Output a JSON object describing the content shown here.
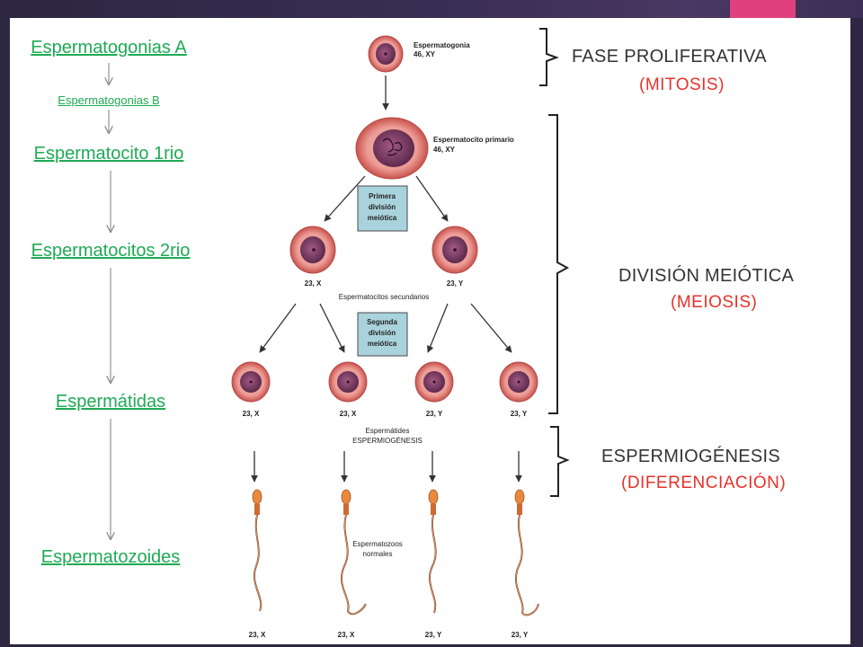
{
  "left_column": {
    "spermatogonia_a": "Espermatogonias A",
    "spermatogonia_b": "Espermatogonias B",
    "spermatocyte_1": "Espermatocito 1rio",
    "spermatocytes_2": "Espermatocitos 2rio",
    "spermatids": "Espermátidas",
    "spermatozoa": "Espermatozoides"
  },
  "phases": {
    "proliferative_title": "FASE PROLIFERATIVA",
    "proliferative_sub": "(MITOSIS)",
    "meiotic_title": "DIVISIÓN MEIÓTICA",
    "meiotic_sub": "(MEIOSIS)",
    "spermiogenesis_title": "ESPERMIOGÉNESIS",
    "spermiogenesis_sub": "(DIFERENCIACIÓN)"
  },
  "figure": {
    "spermatogonia_label": "Espermatogonia",
    "spermatogonia_karyotype": "46, XY",
    "primary_label": "Espermatocito primario",
    "primary_karyotype": "46, XY",
    "first_division": [
      "Primera",
      "división",
      "meiótica"
    ],
    "second_division": [
      "Segunda",
      "división",
      "meiótica"
    ],
    "secondary_label": "Espermatocitos secundarios",
    "secondary_left": "23, X",
    "secondary_right": "23, Y",
    "spermatid_karyotypes": [
      "23, X",
      "23, X",
      "23, Y",
      "23, Y"
    ],
    "spermatids_label": "Espermátides",
    "spermiogenesis_label": "ESPERMIOGÉNESIS",
    "normal_sperm_label": [
      "Espermatozoos",
      "normales"
    ],
    "sperm_karyotypes": [
      "23, X",
      "23, X",
      "23, Y",
      "23, Y"
    ]
  },
  "colors": {
    "label_green": "#1faa55",
    "subtitle_red": "#e8312a",
    "accent_pink": "#e0417e",
    "cell_pink": "#e98b86",
    "nucleus_purple": "#7c3a62",
    "division_box": "#a9d3dc"
  }
}
